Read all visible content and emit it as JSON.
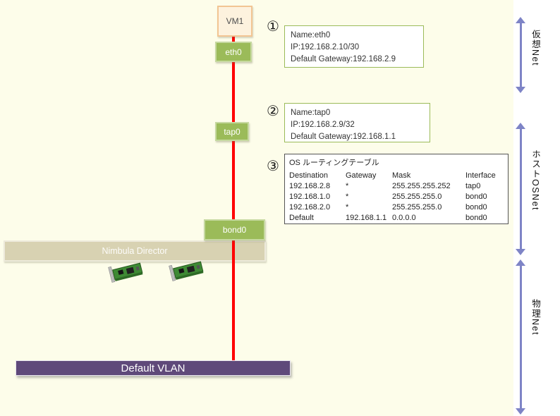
{
  "diagram": {
    "vm_label": "VM1",
    "eth0_label": "eth0",
    "tap0_label": "tap0",
    "bond0_label": "bond0",
    "nimbula_label": "Nimbula Director",
    "vlan_label": "Default VLAN"
  },
  "annotations": {
    "note1": {
      "number": "①",
      "lines": [
        "Name:eth0",
        "IP:192.168.2.10/30",
        "Default Gateway:192.168.2.9"
      ]
    },
    "note2": {
      "number": "②",
      "lines": [
        "Name:tap0",
        "IP:192.168.2.9/32",
        "Default Gateway:192.168.1.1"
      ]
    },
    "note3": {
      "number": "③",
      "title": "OS ルーティングテーブル",
      "table": {
        "headers": [
          "Destination",
          "Gateway",
          "Mask",
          "Interface"
        ],
        "rows": [
          [
            "192.168.2.8",
            "*",
            "255.255.255.252",
            "tap0"
          ],
          [
            "192.168.1.0",
            "*",
            "255.255.255.0",
            "bond0"
          ],
          [
            "192.168.2.0",
            "*",
            "255.255.255.0",
            "bond0"
          ],
          [
            "Default",
            "192.168.1.1",
            "0.0.0.0",
            "bond0"
          ]
        ]
      }
    }
  },
  "side_labels": {
    "virtual": "仮想Net",
    "host": "ホストOSNet",
    "physical": "物理Net"
  },
  "colors": {
    "background": "#FDFDEA",
    "green_node": "#9BBB59",
    "vm_fill": "#FDF2DE",
    "vm_border": "#F2C593",
    "nimbula_fill": "#D8D2B2",
    "vlan_fill": "#5F497A",
    "connection_line": "#FF0000",
    "range_arrow": "#7E84C6",
    "note_border_green": "#9BBB59"
  }
}
